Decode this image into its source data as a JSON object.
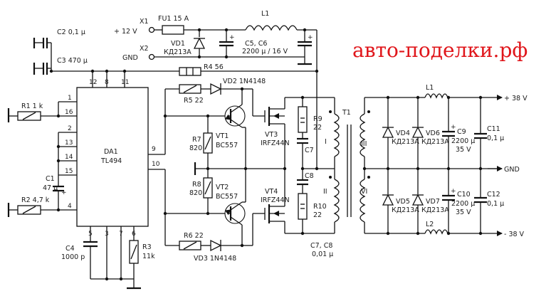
{
  "watermark": "авто-поделки.рф",
  "terminals": {
    "x1": "X1",
    "x2": "X2",
    "plus12": "+ 12 V",
    "gnd_in": "GND",
    "plus38": "+ 38 V",
    "gnd_out": "GND",
    "minus38": "- 38 V"
  },
  "ic": {
    "name": "DA1",
    "part": "TL494",
    "pins": {
      "p1": "1",
      "p16": "16",
      "p2": "2",
      "p13": "13",
      "p14": "14",
      "p15": "15",
      "p4": "4",
      "p12": "12",
      "p8": "8",
      "p11": "11",
      "p9": "9",
      "p10": "10",
      "p5": "5",
      "p3": "3",
      "p7": "7",
      "p6": "6"
    }
  },
  "components": {
    "fu1": "FU1 15 A",
    "l1": "L1",
    "vd1_name": "VD1",
    "vd1_part": "КД213А",
    "c5c6_name": "C5, C6",
    "c5c6_value": "2200 μ / 16 V",
    "c2": "C2 0,1 μ",
    "c3": "C3 470 μ",
    "r4": "R4 56",
    "r1": "R1 1 k",
    "r2": "R2 4,7 k",
    "c1_name": "C1",
    "c1_value": "47 μ",
    "vd2": "VD2 1N4148",
    "r5": "R5 22",
    "r7_name": "R7",
    "r7_value": "820",
    "vt1_name": "VT1",
    "vt1_part": "BC557",
    "r8_name": "R8",
    "r8_value": "820",
    "vt2_name": "VT2",
    "vt2_part": "BC557",
    "r6": "R6 22",
    "vd3": "VD3 1N4148",
    "vt3_name": "VT3",
    "vt3_part": "IRFZ44N",
    "vt4_name": "VT4",
    "vt4_part": "IRFZ44N",
    "r9_name": "R9",
    "r9_value": "22",
    "c7": "C7",
    "c8": "C8",
    "r10_name": "R10",
    "r10_value": "22",
    "c7c8_name": "C7, C8",
    "c7c8_value": "0,01 μ",
    "c4_name": "C4",
    "c4_value": "1000 p",
    "r3_name": "R3",
    "r3_value": "11k",
    "t1": "T1",
    "w1": "I",
    "w2": "II",
    "w3": "III",
    "w4": "VI",
    "l1_out": "L1",
    "l2_out": "L2",
    "vd4_name": "VD4",
    "vd4_part": "КД213А",
    "vd6_name": "VD6",
    "vd6_part": "КД213А",
    "vd5_name": "VD5",
    "vd5_part": "КД213А",
    "vd7_name": "VD7",
    "vd7_part": "КД213А",
    "c9_name": "C9",
    "c9_v1": "2200 μ",
    "c9_v2": "35 V",
    "c10_name": "C10",
    "c10_v1": "2200 μ",
    "c10_v2": "35 V",
    "c11_name": "C11",
    "c11_value": "0,1 μ",
    "c12_name": "C12",
    "c12_value": "0,1 μ"
  }
}
